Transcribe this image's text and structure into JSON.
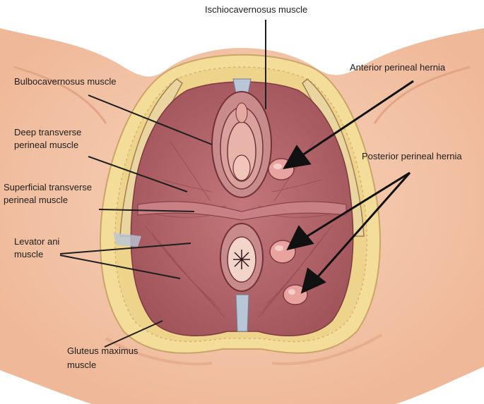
{
  "labels": {
    "ischiocavernosus": "Ischiocavernosus muscle",
    "bulbocavernosus": "Bulbocavernosus muscle",
    "anterior_hernia": "Anterior perineal hernia",
    "deep_transverse_1": "Deep transverse",
    "deep_transverse_2": "perineal muscle",
    "superficial_transverse_1": "Superficial transverse",
    "superficial_transverse_2": "perineal muscle",
    "posterior_hernia": "Posterior perineal hernia",
    "levator_ani_1": "Levator ani",
    "levator_ani_2": "muscle",
    "gluteus_1": "Gluteus maximus",
    "gluteus_2": "muscle"
  },
  "colors": {
    "skin": "#f5c8ad",
    "skin_shadow": "#e9a98a",
    "fat_border": "#f2dc96",
    "bone": "#ecd8a6",
    "muscle": "#b8676a",
    "muscle_dark": "#8a3f45",
    "hernia": "#e59a95",
    "membrane": "#b9c6d8",
    "ink": "#1e1e1e"
  }
}
